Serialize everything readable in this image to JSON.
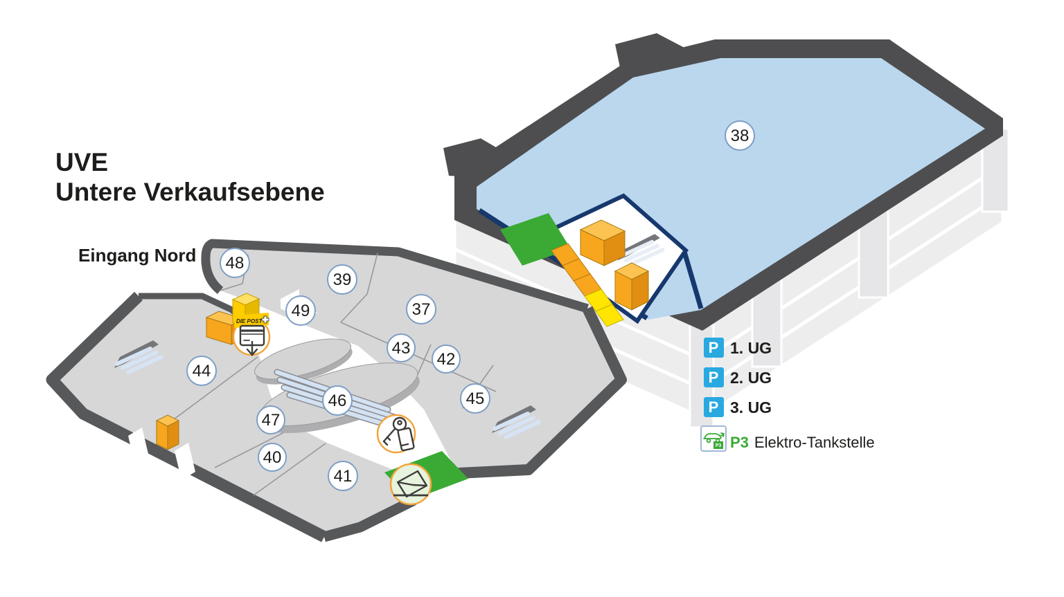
{
  "title": {
    "line1": "UVE",
    "line2": "Untere Verkaufsebene"
  },
  "entrance_label": "Eingang Nord",
  "rooms": {
    "r37": "37",
    "r38": "38",
    "r39": "39",
    "r40": "40",
    "r41": "41",
    "r42": "42",
    "r43": "43",
    "r44": "44",
    "r45": "45",
    "r46": "46",
    "r47": "47",
    "r48": "48",
    "r49": "49"
  },
  "post": {
    "logo": "DIE POST"
  },
  "legend": {
    "levels": [
      {
        "symbol": "P",
        "label": "1. UG"
      },
      {
        "symbol": "P",
        "label": "2. UG"
      },
      {
        "symbol": "P",
        "label": "3. UG"
      }
    ],
    "ev": {
      "badge": "P3",
      "icon_badge": "P3",
      "label": "Elektro-Tankstelle"
    }
  },
  "colors": {
    "wall_dark": "#57585a",
    "floor_grey": "#d7d7d8",
    "parking_deck_blue": "#bad7ee",
    "navy_border": "#17386d",
    "slab_grey": "#ededee",
    "elevator_orange": "#f7a61e",
    "post_yellow": "#ffcc00",
    "strip_yellow": "#ffe500",
    "green": "#3aaa35",
    "legend_parking_blue": "#29a9e0",
    "icon_ring_orange": "#f2a43c",
    "marker_border_blue": "#7e9ec3"
  }
}
